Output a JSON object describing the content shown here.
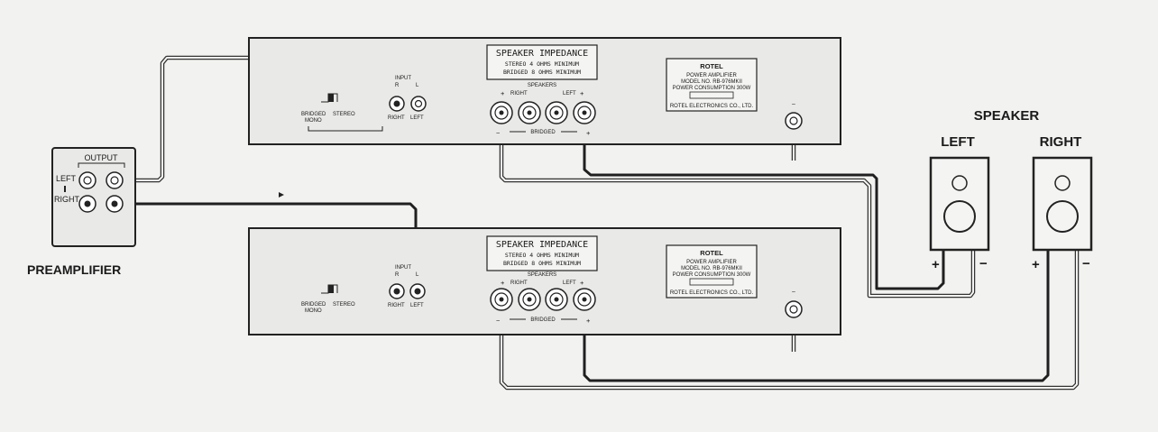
{
  "preamp": {
    "output_label": "OUTPUT",
    "left_label": "LEFT",
    "right_label": "RIGHT",
    "name": "PREAMPLIFIER"
  },
  "amplifier": {
    "input_label": "INPUT",
    "input_r": "R",
    "input_l": "L",
    "jack_right": "RIGHT",
    "jack_left": "LEFT",
    "bridged_mono": "BRIDGED\nMONO",
    "stereo": "STEREO",
    "impedance_title": "SPEAKER IMPEDANCE",
    "impedance_stereo": "STEREO  4 OHMS MINIMUM",
    "impedance_bridged": "BRIDGED 8 OHMS MINIMUM",
    "speakers_label": "SPEAKERS",
    "right_terminal": "RIGHT",
    "left_terminal": "LEFT",
    "bridged_bar": "BRIDGED",
    "plus": "+",
    "minus": "−",
    "brand": "ROTEL",
    "plate_line1": "POWER AMPLIFIER",
    "plate_line2": "MODEL NO. RB-976MKII",
    "plate_line3": "POWER CONSUMPTION 300W",
    "plate_maker": "ROTEL ELECTRONICS CO., LTD.",
    "ac_symbol": "~"
  },
  "speakers": {
    "title": "SPEAKER",
    "left": "LEFT",
    "right": "RIGHT",
    "plus": "+",
    "minus": "−"
  }
}
